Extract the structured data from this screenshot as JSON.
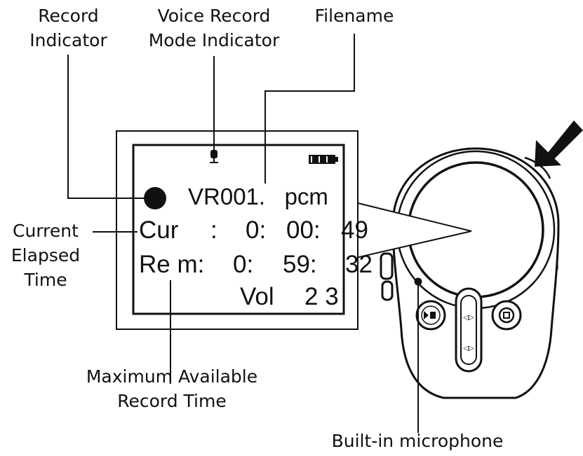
{
  "labels": {
    "record_indicator": [
      "Record",
      "Indicator"
    ],
    "voice_mode_indicator": [
      "Voice Record",
      "Mode Indicator"
    ],
    "filename": "Filename",
    "current_elapsed": [
      "Current",
      "Elapsed",
      "Time"
    ],
    "max_available": [
      "Maximum Available",
      "Record Time"
    ],
    "microphone": "Built-in microphone"
  },
  "screen": {
    "filename": "VR001.   pcm",
    "cur_label": "Cur",
    "cur_colon": ":",
    "cur_h": "0:",
    "cur_m": "00:",
    "cur_s": "49",
    "rem_label": "Re m:",
    "rem_h": "0:",
    "rem_m": "59:",
    "rem_s": "32",
    "vol_label": "Vol",
    "vol_value": "2 3"
  }
}
